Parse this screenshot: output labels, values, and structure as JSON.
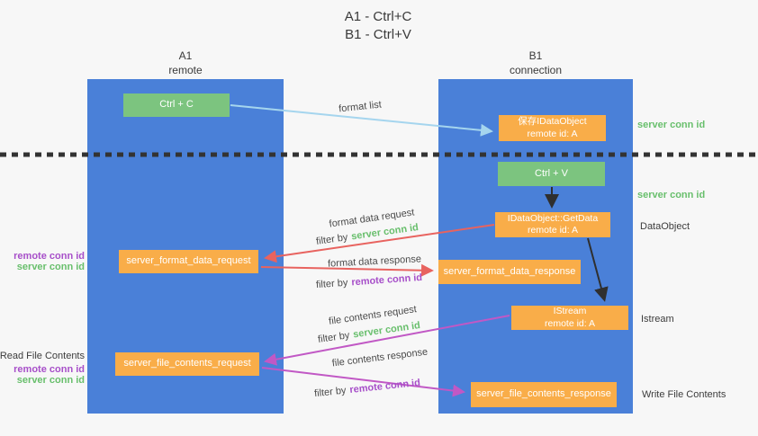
{
  "title": {
    "line1": "A1 - Ctrl+C",
    "line2": "B1 - Ctrl+V"
  },
  "lanes": {
    "left": {
      "title": "A1",
      "subtitle": "remote"
    },
    "right": {
      "title": "B1",
      "subtitle": "connection"
    }
  },
  "nodes": {
    "ctrl_c": {
      "label": "Ctrl + C"
    },
    "save_idataobject": {
      "line1": "保存IDataObject",
      "line2": "remote id: A"
    },
    "ctrl_v": {
      "label": "Ctrl + V"
    },
    "getdata": {
      "line1": "IDataObject::GetData",
      "line2": "remote id: A"
    },
    "istream": {
      "line1": "IStream",
      "line2": "remote id: A"
    },
    "format_request": {
      "label": "server_format_data_request"
    },
    "format_response": {
      "label": "server_format_data_response"
    },
    "file_request": {
      "label": "server_file_contents_request"
    },
    "file_response": {
      "label": "server_file_contents_response"
    }
  },
  "flow_labels": {
    "format_list": "format list",
    "format_data_request": "format data request",
    "format_data_response": "format data response",
    "file_contents_request": "file contents request",
    "file_contents_response": "file contents response",
    "filter_by": "filter by",
    "server_conn_id": "server conn id",
    "remote_conn_id": "remote conn id"
  },
  "side_labels": {
    "server_conn_id_top": "server conn id",
    "server_conn_id_mid": "server conn id",
    "dataobject": "DataObject",
    "istream": "Istream",
    "write_file_contents": "Write File Contents",
    "read_file_contents": "Read File Contents",
    "remote_conn_id": "remote conn id",
    "server_conn_id": "server conn id"
  },
  "colors": {
    "background": "#f7f7f7",
    "lane_blue": "#4a80d8",
    "node_green": "#7cc47f",
    "node_orange": "#f9ad49",
    "label_green": "#68bf6c",
    "label_purple": "#a74fc9",
    "arrow_red": "#e8635f",
    "arrow_magenta": "#c158c5",
    "arrow_light_blue": "#a5d5ee",
    "arrow_black": "#2f2f2f"
  }
}
